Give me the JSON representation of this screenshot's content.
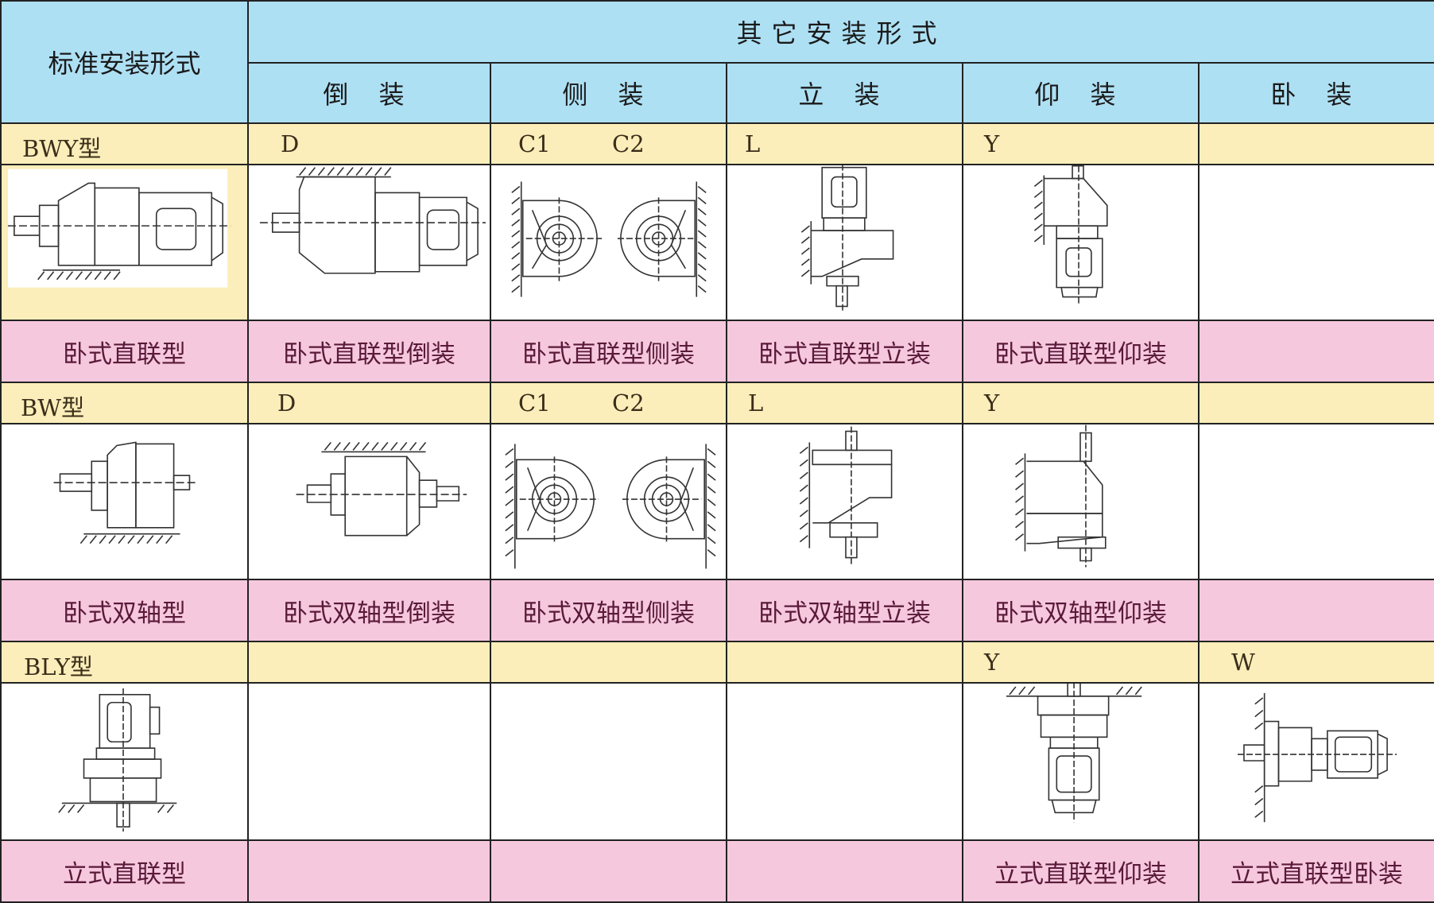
{
  "header": {
    "standard": "标准安装形式",
    "other": "其它安装形式",
    "columns": [
      "倒 装",
      "侧 装",
      "立 装",
      "仰 装",
      "卧 装"
    ]
  },
  "rows": [
    {
      "model": "BWY型",
      "codes": [
        "D",
        "C1",
        "C2",
        "L",
        "Y",
        ""
      ],
      "names": [
        "卧式直联型",
        "卧式直联型倒装",
        "卧式直联型侧装",
        "卧式直联型立装",
        "卧式直联型仰装",
        ""
      ]
    },
    {
      "model": "BW型",
      "codes": [
        "D",
        "C1",
        "C2",
        "L",
        "Y",
        ""
      ],
      "names": [
        "卧式双轴型",
        "卧式双轴型倒装",
        "卧式双轴型侧装",
        "卧式双轴型立装",
        "卧式双轴型仰装",
        ""
      ]
    },
    {
      "model": "BLY型",
      "codes": [
        "",
        "",
        "",
        "",
        "Y",
        "W"
      ],
      "names": [
        "立式直联型",
        "",
        "",
        "",
        "立式直联型仰装",
        "立式直联型卧装"
      ]
    }
  ]
}
